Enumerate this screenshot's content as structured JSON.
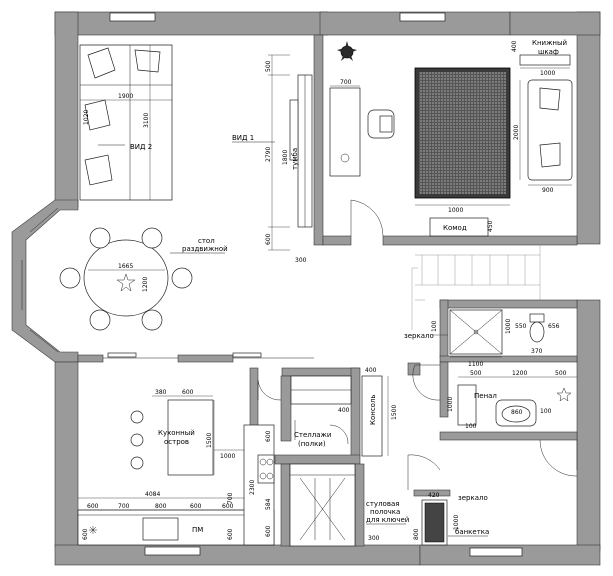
{
  "labels": {
    "view1": "ВИД 1",
    "view2": "ВИД 2",
    "dining_table_l1": "стол",
    "dining_table_l2": "раздвижной",
    "bookcase_l1": "Книжный",
    "bookcase_l2": "шкаф",
    "dresser": "Комод",
    "kitchen_island_l1": "Кухонный",
    "kitchen_island_l2": "остров",
    "shelving_l1": "Стеллажи",
    "shelving_l2": "(полки)",
    "console": "Консоль",
    "pencil_case": "Пенал",
    "mirror_bath": "зеркало",
    "mirror_hall": "зеркало",
    "bench": "банкетка",
    "key_shelf_l1": "стуловая",
    "key_shelf_l2": "полочка",
    "key_shelf_l3": "для ключей",
    "dishwasher": "ПМ",
    "tv_stand": "тумба"
  },
  "dimensions": {
    "sofa_width": "1900",
    "living_depth": "3100",
    "sofa_depth": "1020",
    "tv_top": "500",
    "tv_mid": "1800",
    "tv_total": "2790",
    "tv_low": "600",
    "tv_corr": "300",
    "table_length": "1665",
    "table_width": "1200",
    "desk_width": "700",
    "bookcase_depth": "400",
    "bookcase_width": "1000",
    "bed_length": "2000",
    "bed_width": "900",
    "rug_width": "1000",
    "dresser_depth": "450",
    "island_a": "380",
    "island_b": "600",
    "island_length": "1500",
    "island_gap": "1000",
    "shelving_top": "400",
    "shelving_side": "400",
    "console_length": "1500",
    "bath_550": "550",
    "bath_1000": "1000",
    "bath_1100": "1100",
    "bath_656": "656",
    "bath_370": "370",
    "bath_500a": "500",
    "bath_1200": "1200",
    "bath_500b": "500",
    "bath_860": "860",
    "bath_100a": "100",
    "bath_100b": "100",
    "bath_1000b": "1000",
    "mirror_thick": "100",
    "kitchen_total": "4084",
    "k600a": "600",
    "k700": "700",
    "k800": "800",
    "k600b": "600",
    "k600c": "600",
    "k600d": "600",
    "k600e": "600",
    "k600f": "600",
    "k600g": "600",
    "k2300": "2300",
    "k584": "584",
    "k700b": "700",
    "bench_w": "420",
    "bench_l": "1000",
    "hall_800": "800",
    "hall_300": "300"
  },
  "icon_names": [
    "plant-icon",
    "sink-icon",
    "toilet-icon",
    "stove-icon",
    "appliance-star-icon"
  ]
}
